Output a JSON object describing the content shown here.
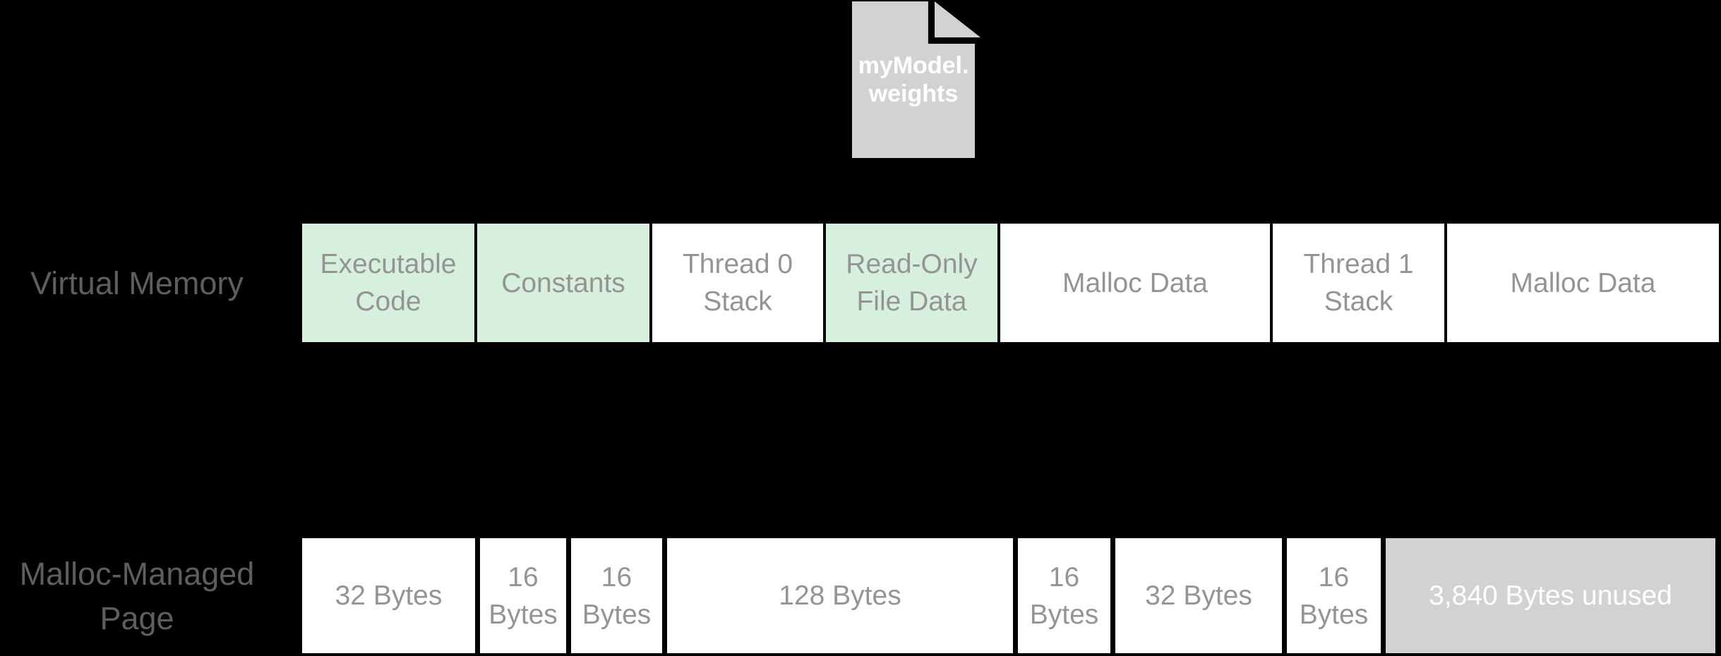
{
  "palette": {
    "background": "#000000",
    "segment_green": "#d7f0de",
    "segment_white": "#ffffff",
    "unused_gray": "#d2d2d2",
    "icon_gray": "#d2d2d2",
    "row_label_text": "#5e5e5e",
    "segment_text": "#949494",
    "icon_text": "#ffffff"
  },
  "file": {
    "name_line1": "myModel.",
    "name_line2": "weights"
  },
  "virtual_memory": {
    "label": "Virtual Memory",
    "segments": [
      {
        "label": "Executable Code",
        "fill": "green"
      },
      {
        "label": "Constants",
        "fill": "green"
      },
      {
        "label": "Thread 0 Stack",
        "fill": "white"
      },
      {
        "label": "Read-Only File Data",
        "fill": "green"
      },
      {
        "label": "Malloc Data",
        "fill": "white"
      },
      {
        "label": "Thread 1 Stack",
        "fill": "white"
      },
      {
        "label": "Malloc Data",
        "fill": "white"
      }
    ]
  },
  "malloc_page": {
    "label": "Malloc-Managed Page",
    "blocks": [
      {
        "label": "32 Bytes",
        "fill": "white"
      },
      {
        "label": "16 Bytes",
        "fill": "white"
      },
      {
        "label": "16 Bytes",
        "fill": "white"
      },
      {
        "label": "128 Bytes",
        "fill": "white"
      },
      {
        "label": "16 Bytes",
        "fill": "white"
      },
      {
        "label": "32 Bytes",
        "fill": "white"
      },
      {
        "label": "16 Bytes",
        "fill": "white"
      },
      {
        "label": "3,840 Bytes unused",
        "fill": "gray"
      }
    ]
  }
}
